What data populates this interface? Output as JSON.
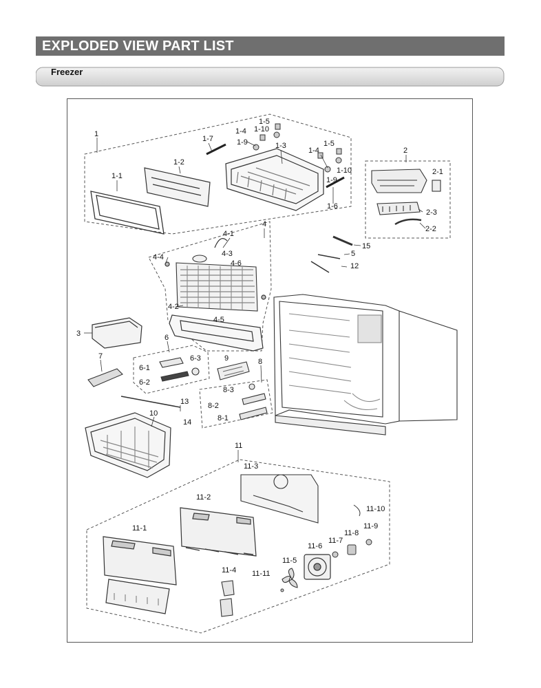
{
  "header": {
    "title": "EXPLODED VIEW PART LIST"
  },
  "section": {
    "label": "Freezer"
  },
  "callouts": {
    "c1": "1",
    "c1_1": "1-1",
    "c1_2": "1-2",
    "c1_3": "1-3",
    "c1_4a": "1-4",
    "c1_4b": "1-4",
    "c1_5a": "1-5",
    "c1_5b": "1-5",
    "c1_6": "1-6",
    "c1_7": "1-7",
    "c1_9a": "1-9",
    "c1_9b": "1-9",
    "c1_10a": "1-10",
    "c1_10b": "1-10",
    "c2": "2",
    "c2_1": "2-1",
    "c2_2": "2-2",
    "c2_3": "2-3",
    "c3": "3",
    "c4": "4",
    "c4_1": "4-1",
    "c4_2": "4-2",
    "c4_3": "4-3",
    "c4_4": "4-4",
    "c4_5": "4-5",
    "c4_6": "4-6",
    "c5": "5",
    "c6": "6",
    "c6_1": "6-1",
    "c6_2": "6-2",
    "c6_3": "6-3",
    "c7": "7",
    "c8": "8",
    "c8_1": "8-1",
    "c8_2": "8-2",
    "c8_3": "8-3",
    "c9": "9",
    "c10": "10",
    "c11": "11",
    "c11_1": "11-1",
    "c11_2": "11-2",
    "c11_3": "11-3",
    "c11_4": "11-4",
    "c11_5": "11-5",
    "c11_6": "11-6",
    "c11_7": "11-7",
    "c11_8": "11-8",
    "c11_9": "11-9",
    "c11_10": "11-10",
    "c11_11": "11-11",
    "c12": "12",
    "c13": "13",
    "c14": "14",
    "c15": "15"
  }
}
